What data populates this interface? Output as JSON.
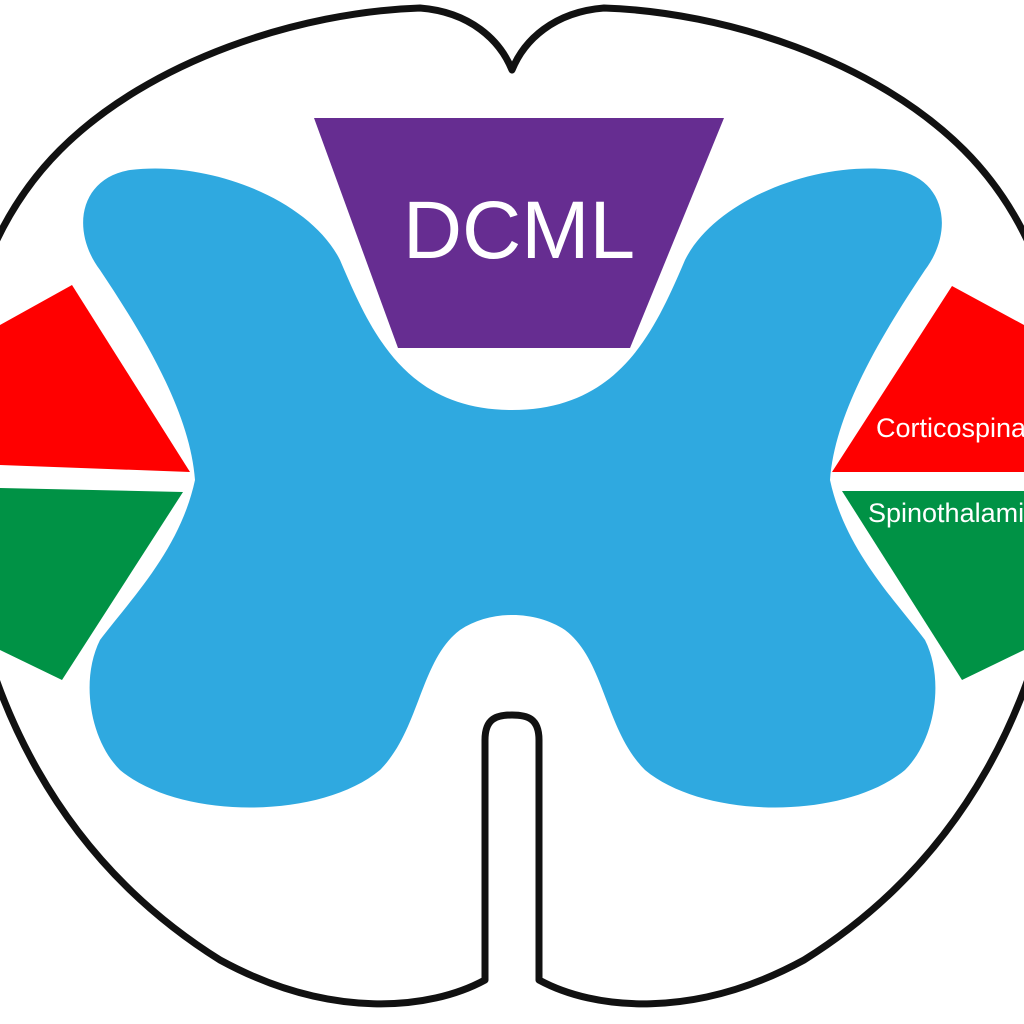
{
  "labels": {
    "dcml": "DCML",
    "corticospinal": "Corticospinal",
    "spinothalamic": "Spinothalamic"
  },
  "colors": {
    "outline": "#111111",
    "background": "#ffffff",
    "gray_matter": "#2fa9e0",
    "dcml": "#662d91",
    "corticospinal": "#ff0000",
    "spinothalamic": "#009245",
    "label_text": "#ffffff"
  }
}
